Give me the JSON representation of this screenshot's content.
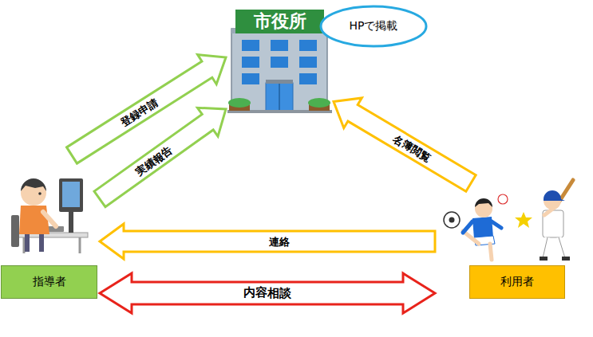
{
  "diagram": {
    "nodes": [
      {
        "text": [
          "市役所"
        ]
      },
      {
        "text": [
          "HPで掲載"
        ]
      },
      {
        "text": [
          "指導者"
        ]
      },
      {
        "text": [
          "利用者"
        ]
      }
    ],
    "edges": [
      {
        "from": 2,
        "to": 0,
        "label": "登録申請",
        "arrow": "to"
      },
      {
        "from": 2,
        "to": 0,
        "label": "実績報告",
        "arrow": "to"
      },
      {
        "from": 3,
        "to": 0,
        "label": "名簿閲覧",
        "arrow": "to"
      },
      {
        "from": 3,
        "to": 2,
        "label": "連絡",
        "arrow": "to"
      },
      {
        "from": 2,
        "to": 3,
        "label": "内容相談",
        "arrow": "both"
      }
    ]
  }
}
